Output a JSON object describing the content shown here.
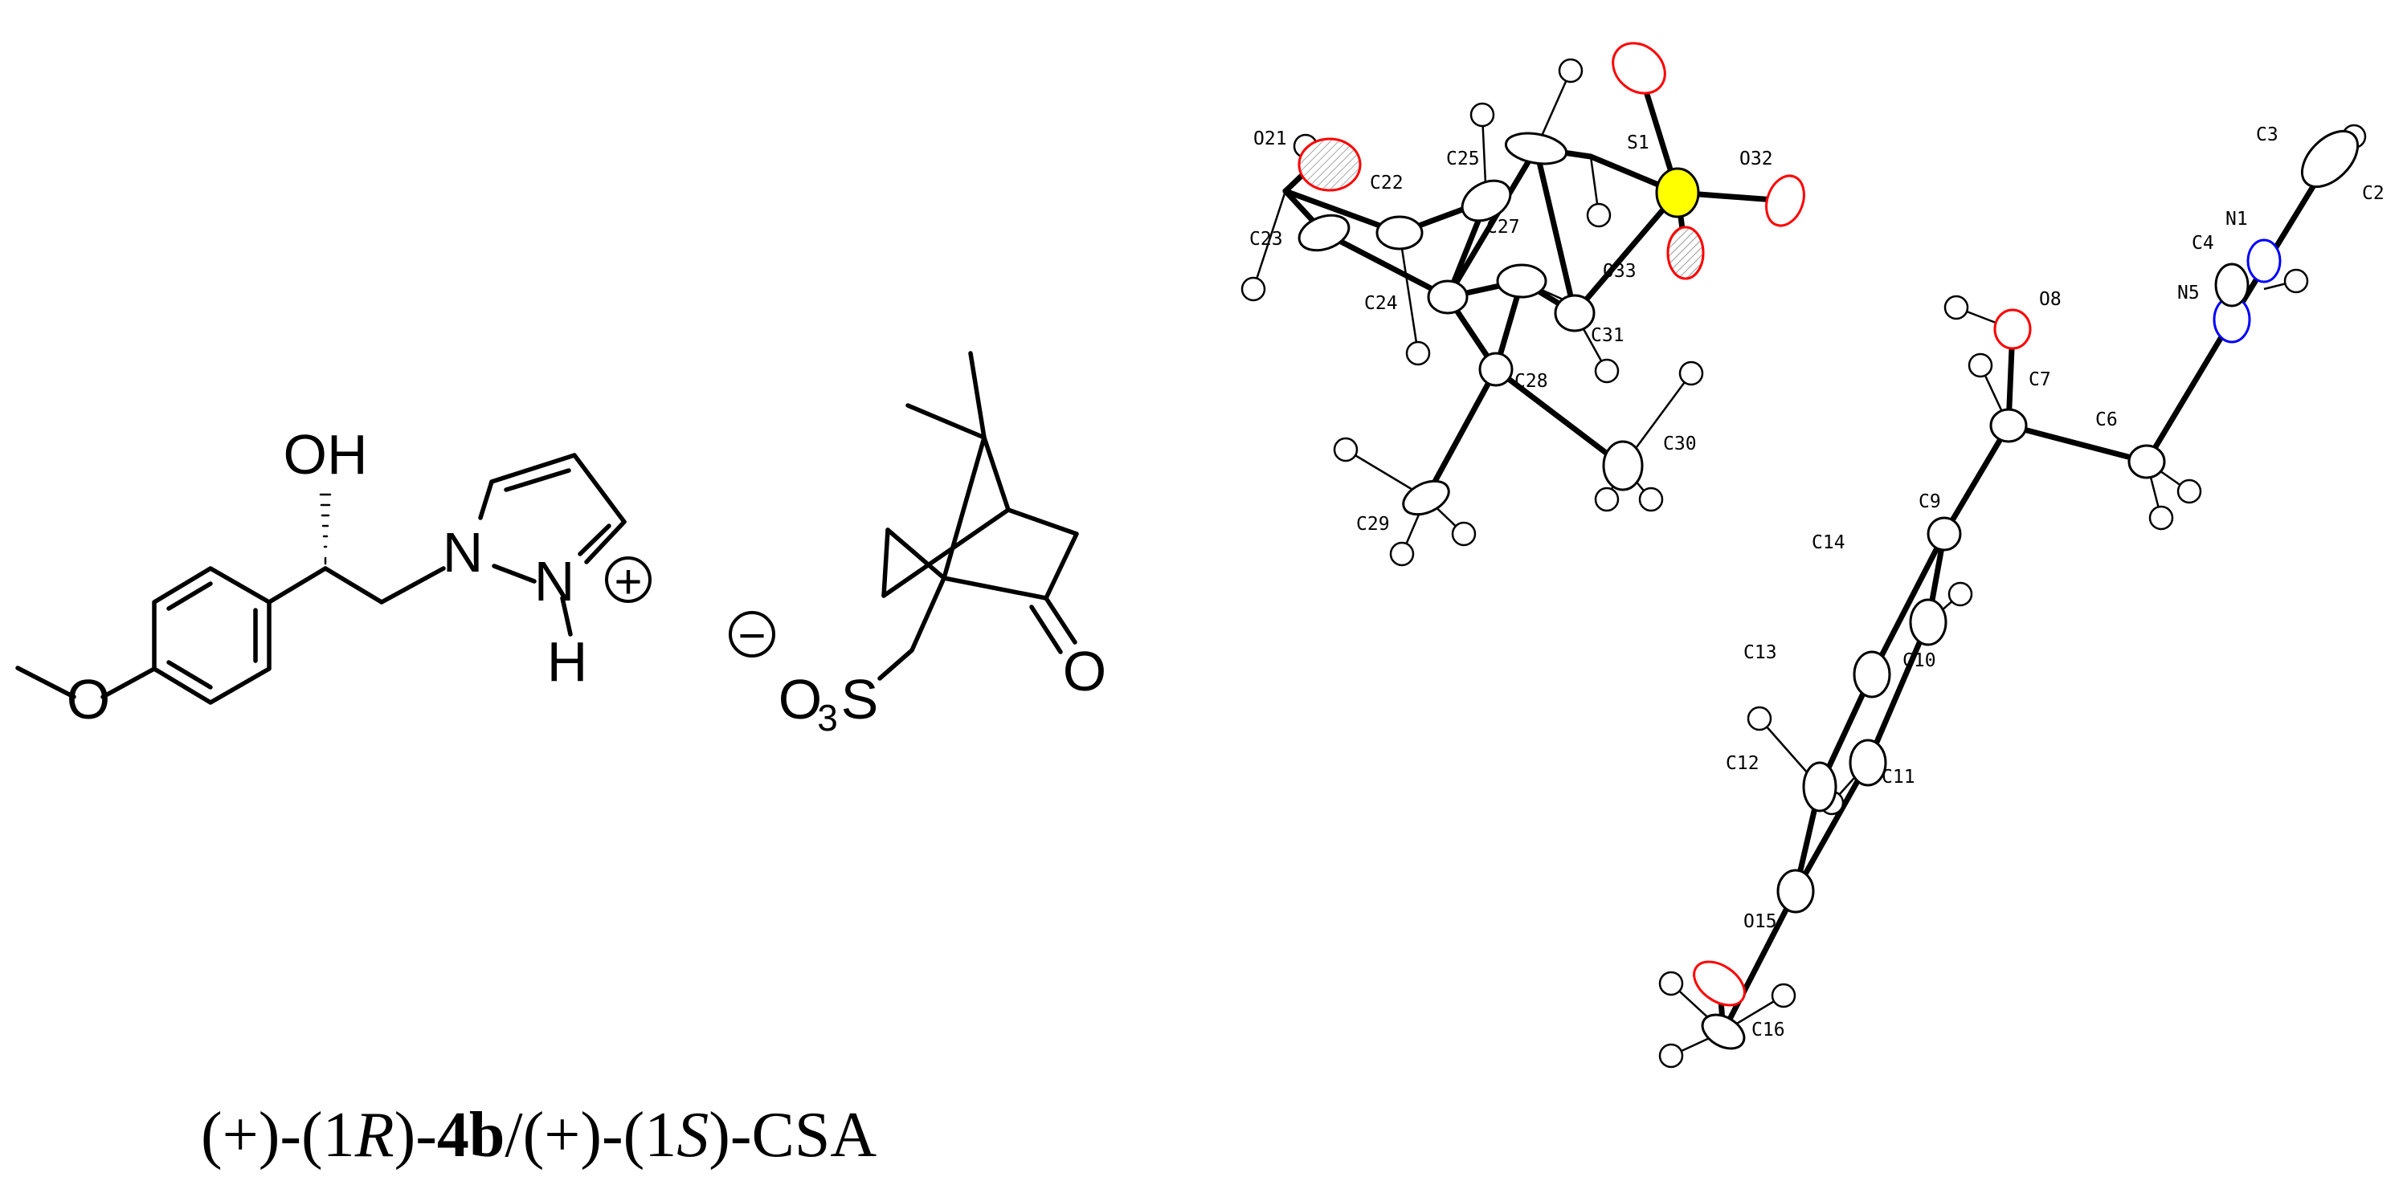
{
  "molecule_4b": {
    "oh_label": "OH",
    "n1_label": "N",
    "n2_label": "N",
    "h_label": "H",
    "charge_plus": "+",
    "methoxy_o_label": "O"
  },
  "csa": {
    "charge_minus": "−",
    "o_label": "O",
    "o_subscript": "3",
    "s_label": "S",
    "ketone_o_label": "O"
  },
  "caption": {
    "prefix": "(+)-(1",
    "r": "R",
    "dash": ")-",
    "compound": "4b",
    "mid": "/(+)-(1",
    "s": "S",
    "suffix": ")-CSA"
  },
  "crystal": {
    "colors": {
      "carbon": "#ffffff",
      "oxygen": "#ff0000",
      "nitrogen": "#0000ff",
      "sulfur": "#ffff00"
    },
    "atom_labels": {
      "O21": "O21",
      "C25": "C25",
      "S1": "S1",
      "O32": "O32",
      "C22": "C22",
      "C27": "C27",
      "C23": "C23",
      "O33": "O33",
      "C24": "C24",
      "C31": "C31",
      "C28": "C28",
      "C30": "C30",
      "C29": "C29",
      "C3": "C3",
      "C2": "C2",
      "N1": "N1",
      "C4": "C4",
      "N5": "N5",
      "O8": "O8",
      "C7": "C7",
      "C6": "C6",
      "C9": "C9",
      "C14": "C14",
      "C10": "C10",
      "C13": "C13",
      "C11": "C11",
      "C12": "C12",
      "O15": "O15",
      "C16": "C16"
    }
  }
}
